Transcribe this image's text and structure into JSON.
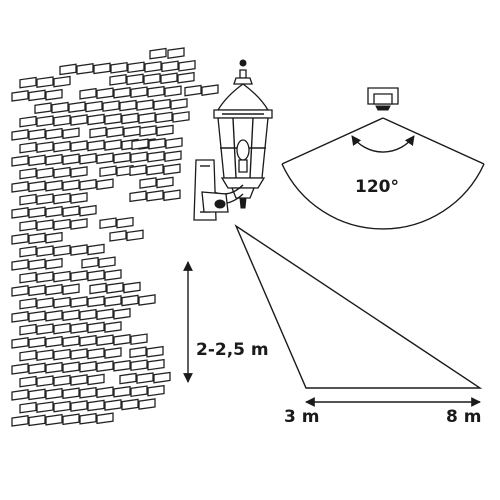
{
  "labels": {
    "angle": "120°",
    "height": "2-2,5 m",
    "near_distance": "3 m",
    "far_distance": "8 m"
  }
}
